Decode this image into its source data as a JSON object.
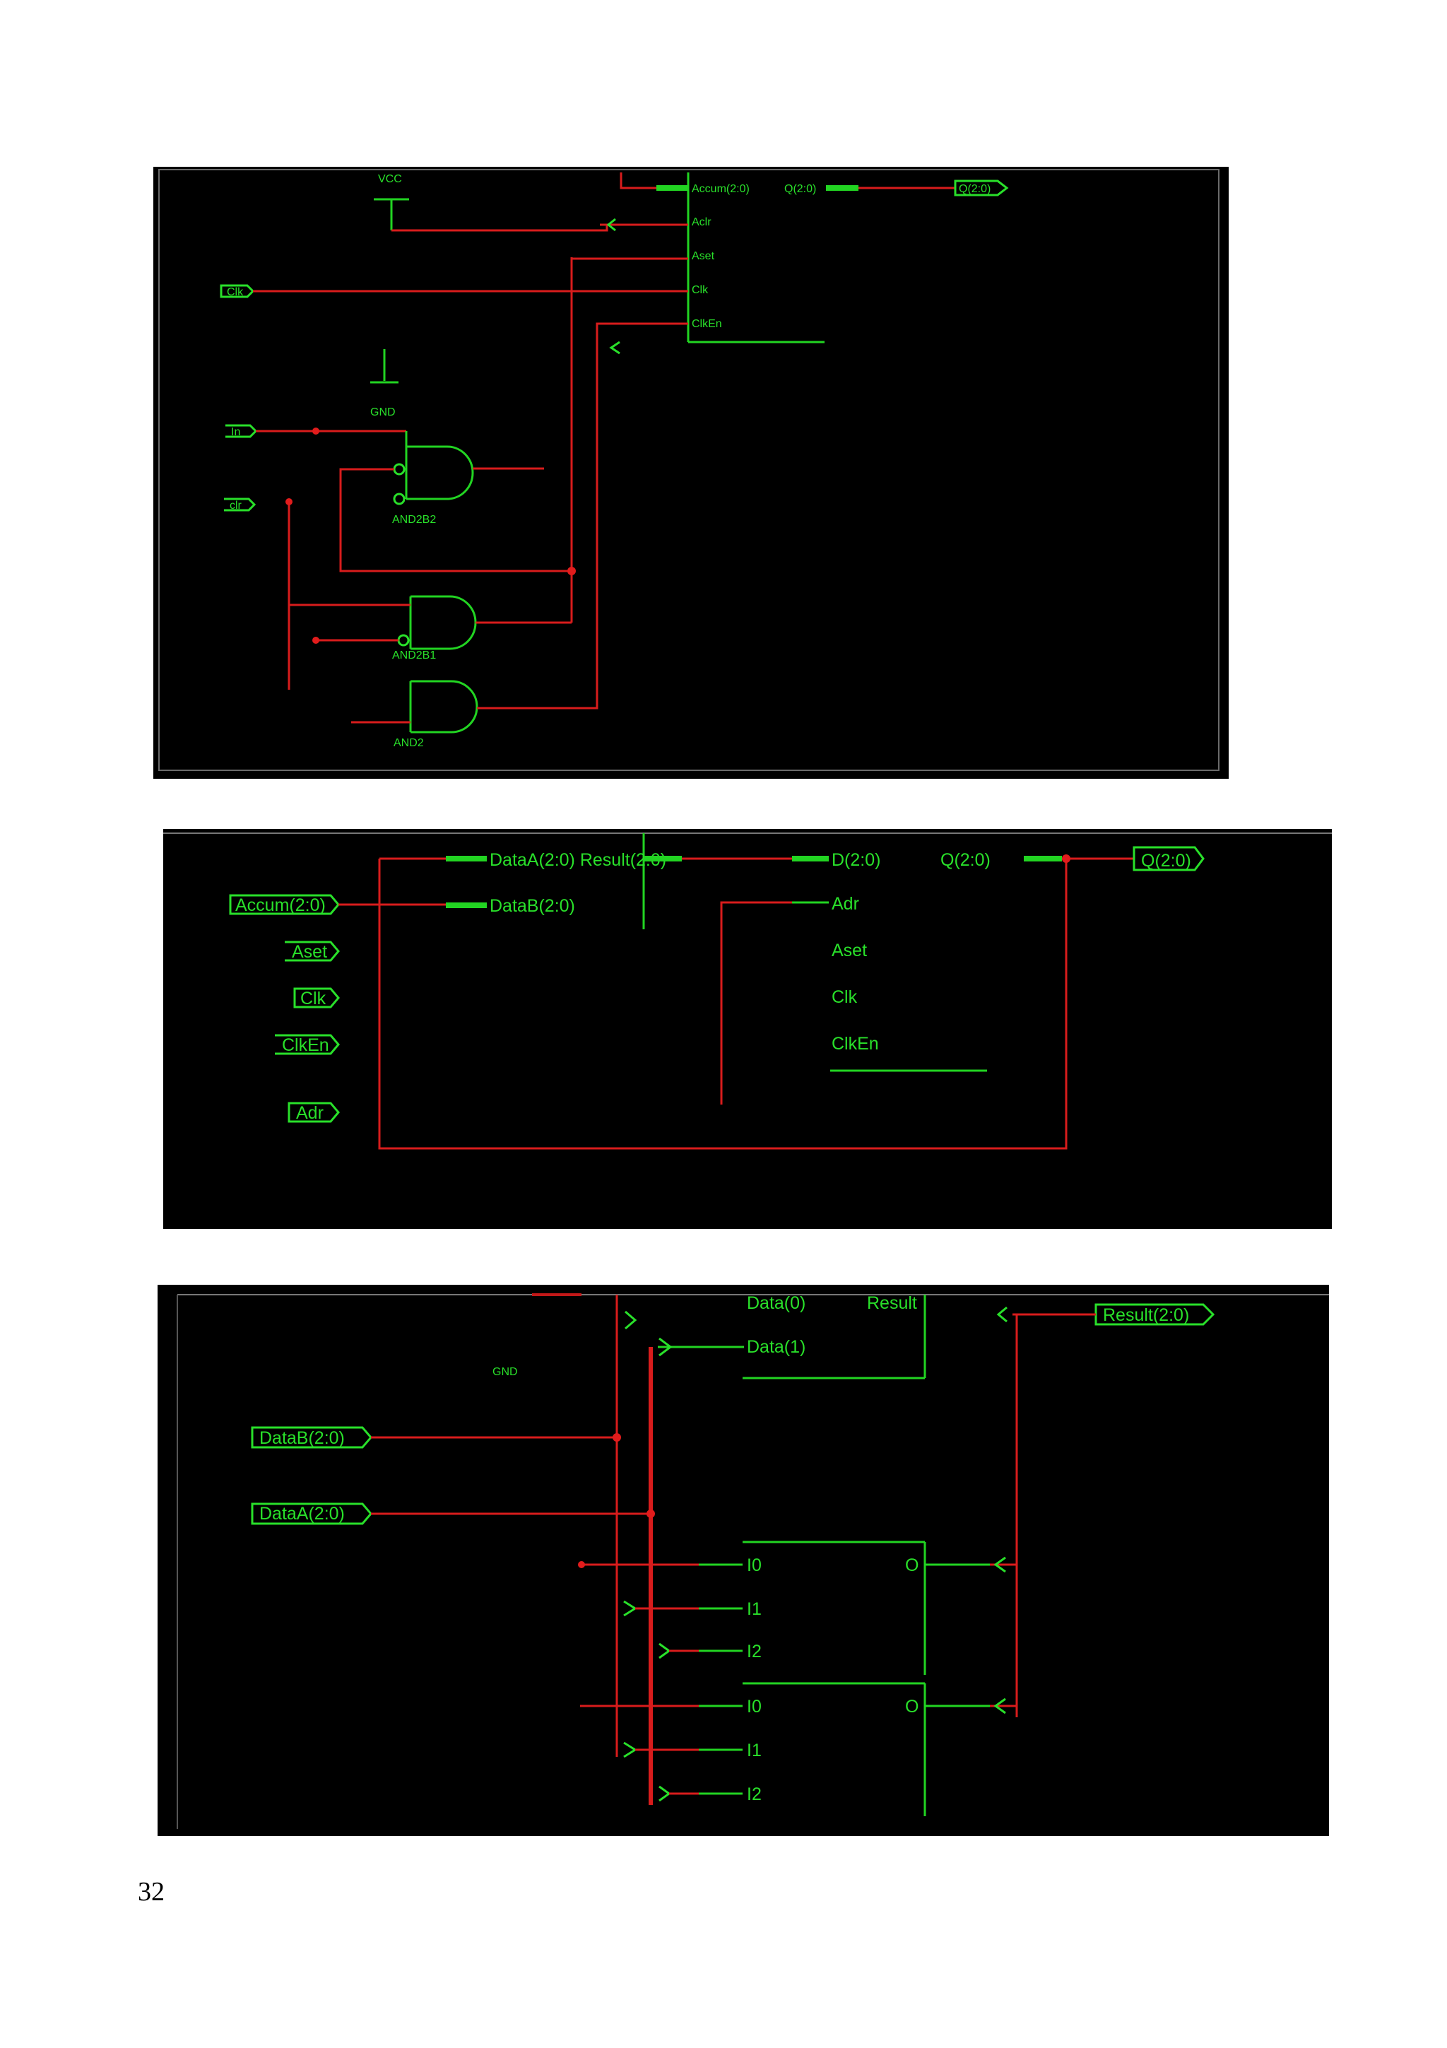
{
  "page": {
    "number": "32"
  },
  "schematic1": {
    "vcc": "VCC",
    "gnd": "GND",
    "ports": {
      "clk": "Clk",
      "in": "In",
      "clr": "clr",
      "out": "Q(2:0)"
    },
    "pins": {
      "accum": "Accum(2:0)",
      "q": "Q(2:0)",
      "aclr": "Aclr",
      "aset": "Aset",
      "clk": "Clk",
      "clken": "ClkEn"
    },
    "gates": [
      "AND2B2",
      "AND2B1",
      "AND2"
    ]
  },
  "schematic2": {
    "ports_in": [
      "Accum(2:0)",
      "Aset",
      "Clk",
      "ClkEn",
      "Adr"
    ],
    "port_out": "Q(2:0)",
    "adder_pins": {
      "data_a_result": "DataA(2:0) Result(2:0)",
      "data_b": "DataB(2:0)"
    },
    "reg_pins": {
      "d": "D(2:0)",
      "q": "Q(2:0)",
      "adr": "Adr",
      "aset": "Aset",
      "clk": "Clk",
      "clken": "ClkEn"
    }
  },
  "schematic3": {
    "gnd": "GND",
    "ports_in": [
      "DataB(2:0)",
      "DataA(2:0)"
    ],
    "port_out": "Result(2:0)",
    "top_block": {
      "data0": "Data(0)",
      "result": "Result",
      "data1": "Data(1)"
    },
    "cell_pins": {
      "i0": "I0",
      "i1": "I1",
      "i2": "I2",
      "o": "O"
    }
  }
}
